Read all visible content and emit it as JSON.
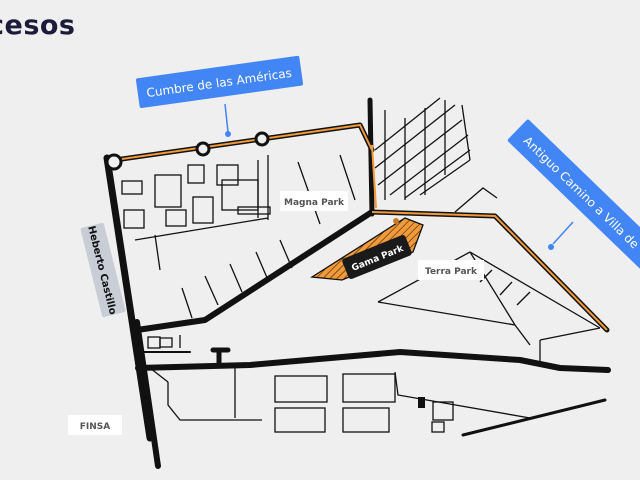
{
  "page": {
    "title": "cesos"
  },
  "map": {
    "roads": {
      "cumbre": "Cumbre de las Américas",
      "antiguo": "Antiguo Camino a Villa de",
      "heberto": "Heberto Castillo"
    },
    "places": {
      "magna": "Magna Park",
      "gama": "Gama Park",
      "terra": "Terra Park",
      "finsa": "FINSA"
    },
    "colors": {
      "road": "#111111",
      "highlight": "#f29a3a",
      "callout": "#4285f4",
      "gray_label": "#c9ced6"
    }
  }
}
